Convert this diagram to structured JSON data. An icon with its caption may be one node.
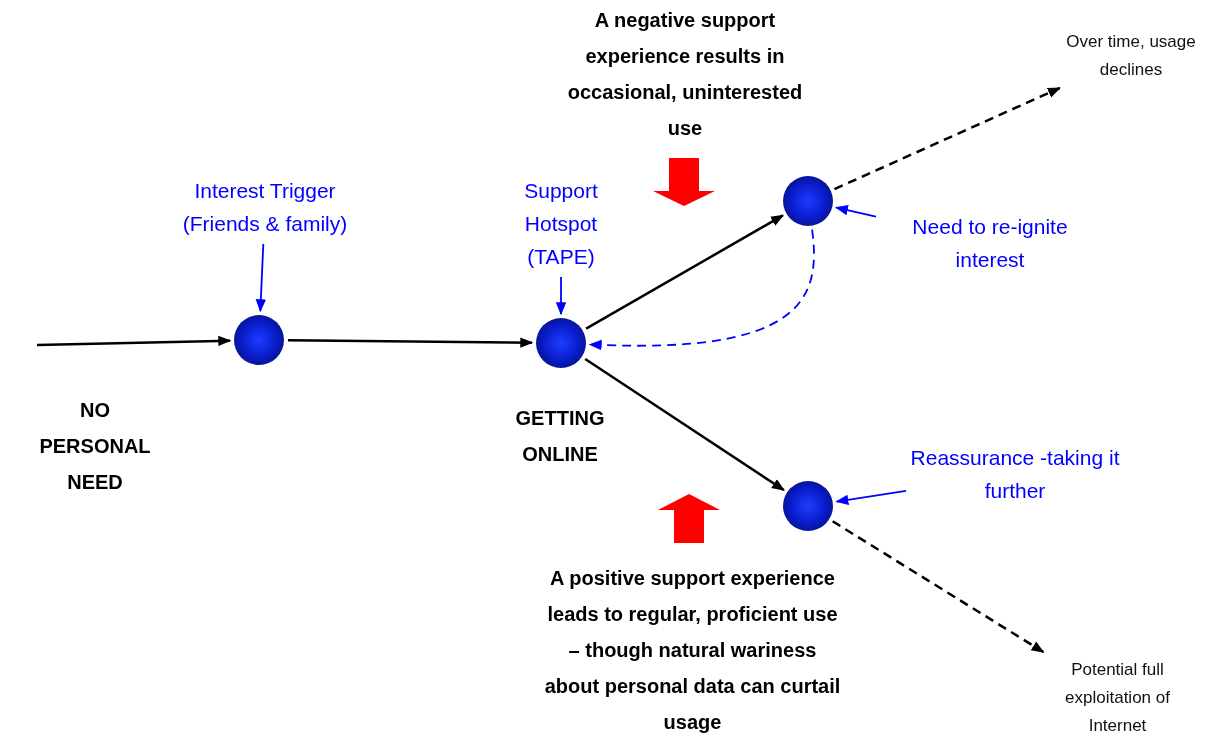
{
  "diagram": {
    "nodes": [
      {
        "text": [],
        "shape": "circle"
      },
      {
        "text": [],
        "shape": "circle",
        "beside": [
          "GETTING ONLINE"
        ]
      },
      {
        "text": [],
        "shape": "circle"
      },
      {
        "text": [],
        "shape": "circle"
      },
      {
        "text": [
          "Interest Trigger (Friends & family)"
        ]
      },
      {
        "text": [
          "Support Hotspot (TAPE)"
        ]
      },
      {
        "text": [
          "Need to re-ignite interest"
        ]
      },
      {
        "text": [
          "Reassurance -taking it further"
        ]
      },
      {
        "text": [
          "Over time, usage declines"
        ]
      },
      {
        "text": [
          "Potential full exploitation of Internet"
        ]
      }
    ],
    "edges": [
      {
        "from": null,
        "to": 0,
        "arrow": "to"
      },
      {
        "from": 0,
        "to": 1,
        "arrow": "to"
      },
      {
        "from": 1,
        "to": 2,
        "arrow": "to"
      },
      {
        "from": 1,
        "to": 3,
        "arrow": "to"
      },
      {
        "from": 2,
        "to": 1,
        "arrow": "to",
        "style": "dashed",
        "color": "#0000ff"
      },
      {
        "from": 2,
        "to": 8,
        "arrow": "to",
        "style": "dashed"
      },
      {
        "from": 3,
        "to": 9,
        "arrow": "to",
        "style": "dashed"
      },
      {
        "from": 4,
        "to": 0,
        "arrow": "to",
        "color": "#0000ff"
      },
      {
        "from": 5,
        "to": 1,
        "arrow": "to",
        "color": "#0000ff"
      },
      {
        "from": 6,
        "to": 2,
        "arrow": "to",
        "color": "#0000ff"
      },
      {
        "from": 7,
        "to": 3,
        "arrow": "to",
        "color": "#0000ff"
      }
    ],
    "labels": [
      "A negative support experience results in occasional, uninterested use",
      "NO PERSONAL NEED",
      "A positive support experience leads to regular, proficient use – though natural wariness about personal data can curtail usage"
    ]
  }
}
